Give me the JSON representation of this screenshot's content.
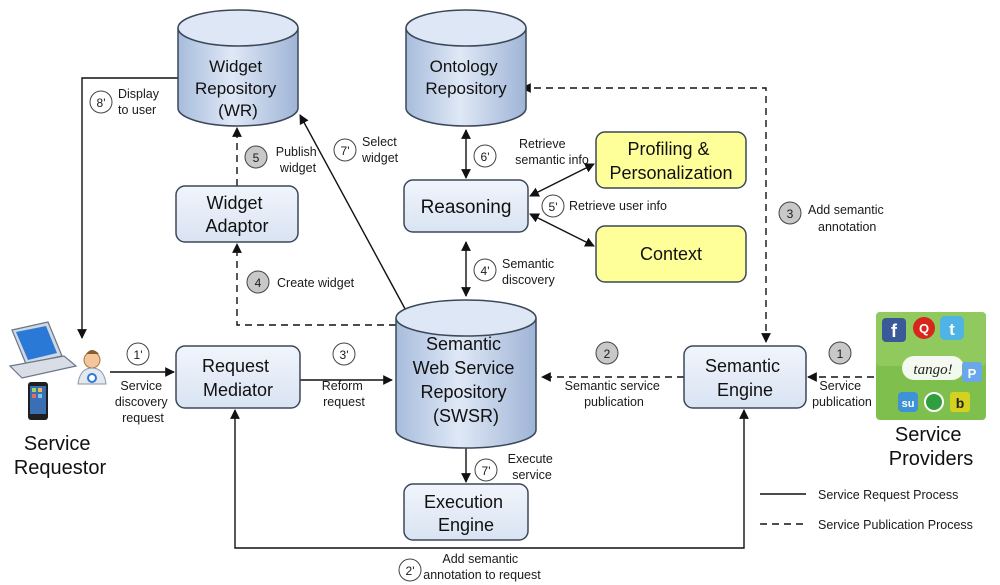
{
  "nodes": {
    "widget_repository": [
      "Widget",
      "Repository",
      "(WR)"
    ],
    "ontology_repository": [
      "Ontology",
      "Repository"
    ],
    "swsr": [
      "Semantic",
      "Web Service",
      "Repository",
      "(SWSR)"
    ],
    "profiling": [
      "Profiling &",
      "Personalization"
    ],
    "context": [
      "Context"
    ],
    "reasoning": [
      "Reasoning"
    ],
    "widget_adaptor": [
      "Widget",
      "Adaptor"
    ],
    "request_mediator": [
      "Request",
      "Mediator"
    ],
    "semantic_engine": [
      "Semantic",
      "Engine"
    ],
    "execution_engine": [
      "Execution",
      "Engine"
    ]
  },
  "actors": {
    "service_requestor": [
      "Service",
      "Requestor"
    ],
    "service_providers": [
      "Service",
      "Providers"
    ],
    "provider_logos": [
      "f",
      "Q",
      "t",
      "tango!",
      "P",
      "su",
      "b"
    ]
  },
  "steps": {
    "s1": {
      "num": "1",
      "label": [
        "Service",
        "publication"
      ]
    },
    "s2": {
      "num": "2",
      "label": [
        "Semantic service",
        "publication"
      ]
    },
    "s3": {
      "num": "3",
      "label": [
        "Add semantic",
        "annotation"
      ]
    },
    "s4": {
      "num": "4",
      "label": [
        "Create widget"
      ]
    },
    "s5": {
      "num": "5",
      "label": [
        "Publish",
        "widget"
      ]
    },
    "s1p": {
      "num": "1'",
      "label": [
        "Service",
        "discovery",
        "request"
      ]
    },
    "s2p": {
      "num": "2'",
      "label": [
        "Add semantic",
        "annotation to request"
      ]
    },
    "s3p": {
      "num": "3'",
      "label": [
        "Reform",
        "request"
      ]
    },
    "s4p": {
      "num": "4'",
      "label": [
        "Semantic",
        "discovery"
      ]
    },
    "s5p": {
      "num": "5'",
      "label": [
        "Retrieve user info"
      ]
    },
    "s6p": {
      "num": "6'",
      "label": [
        "Retrieve",
        "semantic info"
      ]
    },
    "s7pa": {
      "num": "7'",
      "label": [
        "Select",
        "widget"
      ]
    },
    "s7pb": {
      "num": "7'",
      "label": [
        "Execute",
        "service"
      ]
    },
    "s8p": {
      "num": "8'",
      "label": [
        "Display",
        "to user"
      ]
    }
  },
  "legend": {
    "solid": "Service Request Process",
    "dashed": "Service Publication Process"
  },
  "colors": {
    "box_fill": "#e6edf8",
    "box_stroke": "#3c4858",
    "yellow_fill": "#ffff99",
    "cylinder_fill": "#c3d4eb",
    "circle_grey": "#c8c8c8"
  }
}
